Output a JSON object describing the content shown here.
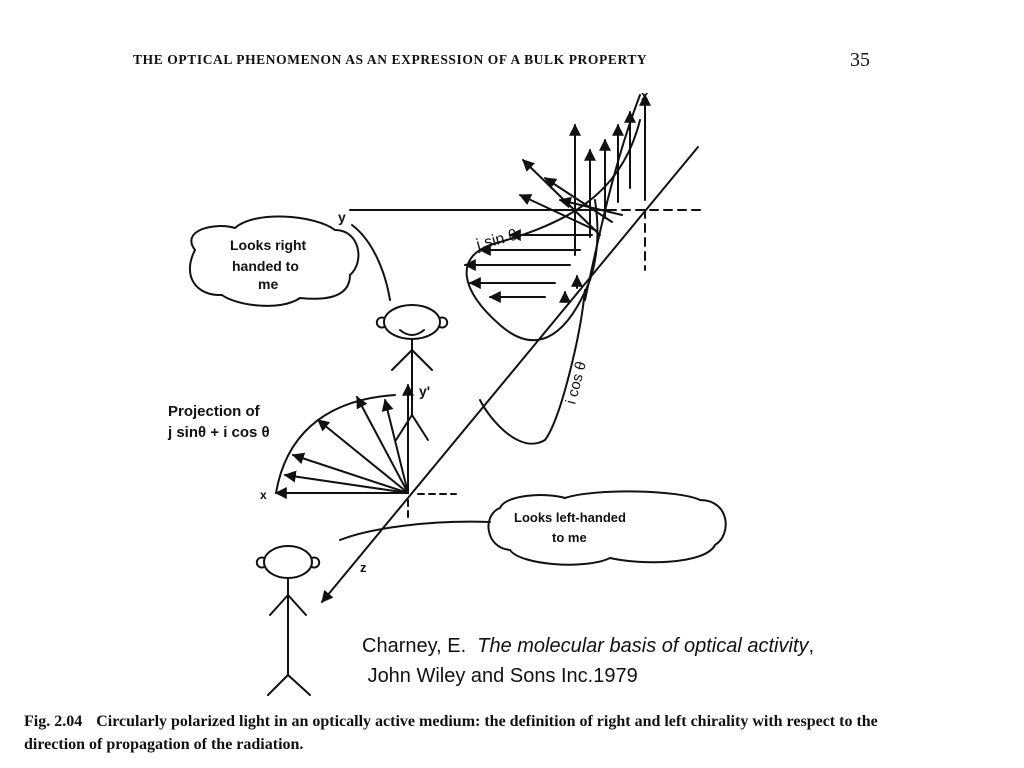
{
  "header": {
    "running_title": "THE OPTICAL PHENOMENON AS AN EXPRESSION OF A BULK PROPERTY",
    "page_number": "35"
  },
  "figure": {
    "axis_x_top": "x",
    "axis_y_top": "y",
    "label_jsin": "j sin θ",
    "label_icos": "i cos θ",
    "label_y_prime": "y'",
    "label_x_bottom": "x",
    "label_z": "z",
    "projection_line1": "Projection of",
    "projection_line2": "j sinθ + i cos θ",
    "bubble_right_line1": "Looks right",
    "bubble_right_line2": "handed to",
    "bubble_right_line3": "me",
    "bubble_left_line1": "Looks left-handed",
    "bubble_left_line2": "to me"
  },
  "citation": {
    "author": "Charney, E.",
    "title": "The molecular basis of optical activity",
    "title_suffix": ",",
    "publisher": "John Wiley and Sons Inc.1979"
  },
  "caption": {
    "number": "Fig. 2.04",
    "text": "Circularly polarized light in an optically active medium: the definition of right and left chirality with respect to the direction of propagation of the radiation."
  },
  "colors": {
    "ink": "#111111",
    "paper": "#ffffff"
  }
}
